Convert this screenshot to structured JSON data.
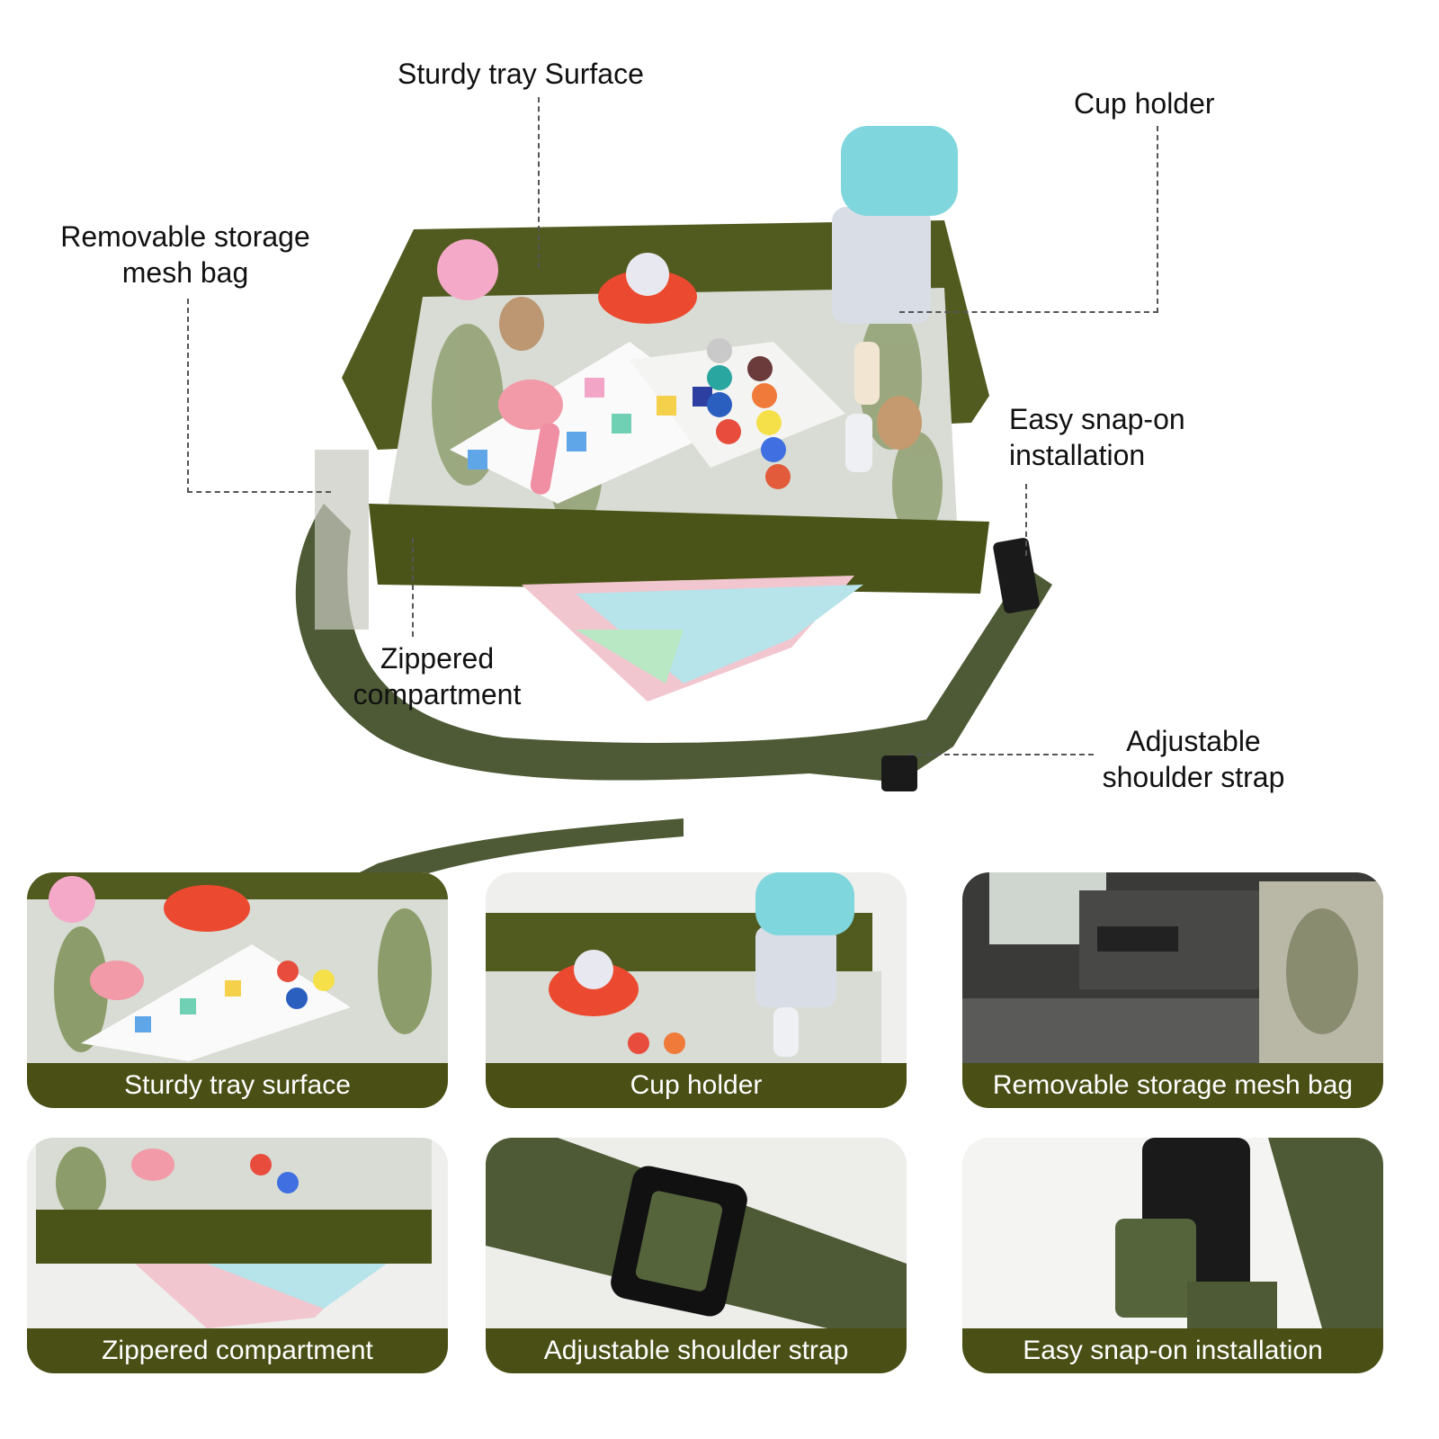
{
  "callouts": {
    "sturdy_tray": "Sturdy tray Surface",
    "cup_holder": "Cup holder",
    "mesh_bag_line1": "Removable storage",
    "mesh_bag_line2": "mesh bag",
    "snap_on_line1": "Easy snap-on",
    "snap_on_line2": "installation",
    "zippered_line1": "Zippered",
    "zippered_line2": "compartment",
    "strap_line1": "Adjustable",
    "strap_line2": "shoulder strap"
  },
  "cards": [
    {
      "caption": "Sturdy tray surface"
    },
    {
      "caption": "Cup holder"
    },
    {
      "caption": "Removable storage mesh bag"
    },
    {
      "caption": "Zippered compartment"
    },
    {
      "caption": "Adjustable shoulder strap"
    },
    {
      "caption": "Easy snap-on installation"
    }
  ],
  "colors": {
    "olive": "#4a4f15",
    "tray_green": "#515a1f",
    "strap_green": "#4d5a35",
    "caption_bg": "#4a4f15",
    "bottle_cap": "#7fd6dc"
  }
}
